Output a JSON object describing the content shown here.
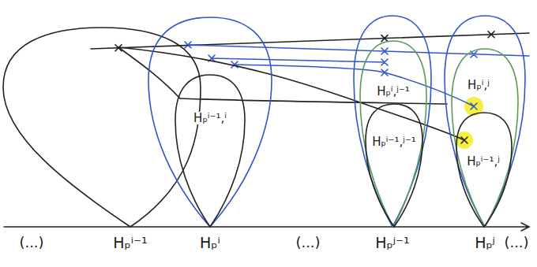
{
  "diagram": {
    "nodes": [
      {
        "text": [
          "Hₚⁱ⁻¹"
        ]
      },
      {
        "text": [
          "Hₚⁱ"
        ]
      },
      {
        "text": [
          "Hₚⁱ⁻¹,ⁱ"
        ],
        "in": 1
      },
      {
        "text": [
          "Hₚʲ⁻¹"
        ]
      },
      {
        "text": [
          "Hₚⁱ,ʲ⁻¹"
        ],
        "in": 3
      },
      {
        "text": [
          "Hₚⁱ⁻¹,ʲ⁻¹"
        ],
        "in": 4
      },
      {
        "text": [
          "Hₚʲ"
        ]
      },
      {
        "text": [
          "Hₚⁱ,ʲ"
        ],
        "in": 6
      },
      {
        "text": [
          "Hₚⁱ⁻¹,ʲ"
        ],
        "in": 7
      }
    ],
    "labels": [
      "(...)",
      "(...)",
      "(...)"
    ]
  }
}
